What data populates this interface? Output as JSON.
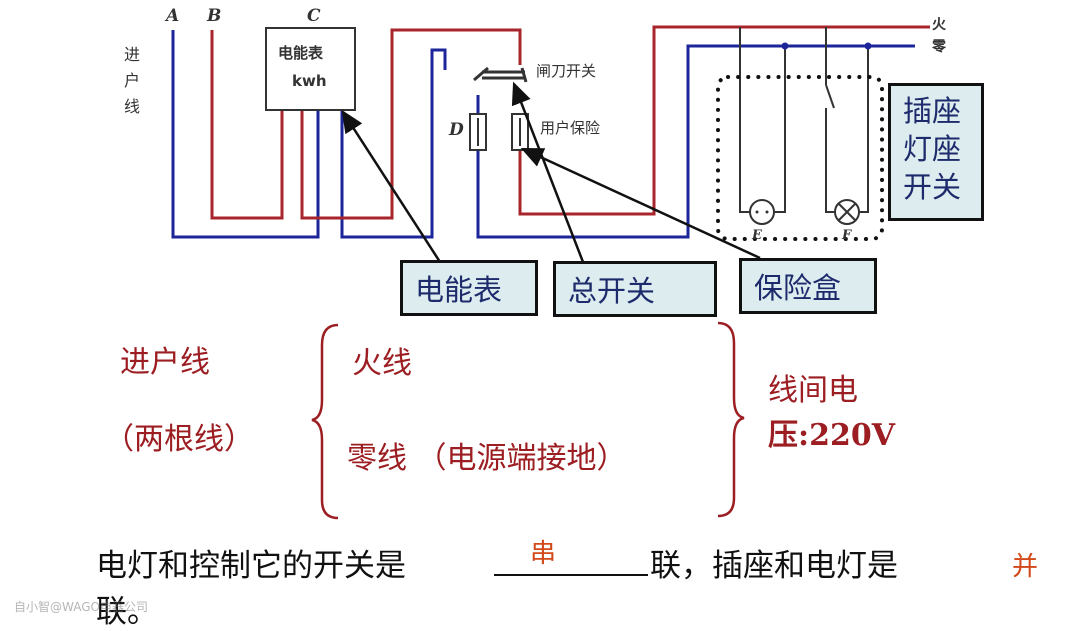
{
  "diagram": {
    "incoming_label_vertical": [
      "进",
      "户",
      "线"
    ],
    "terminal_letters": [
      "A",
      "B",
      "C",
      "D"
    ],
    "meter_box": {
      "line1": "电能表",
      "line2": "kwh"
    },
    "knife_switch_label": "闸刀开关",
    "user_fuse_label": "用户保险",
    "line_labels": {
      "live": "火",
      "neutral": "零"
    },
    "device_letters": [
      "E",
      "F"
    ],
    "colors": {
      "live_wire": "#a8252c",
      "neutral_wire": "#1c2599",
      "callout_bg": "#dcecef",
      "callout_text": "#1d2a6b"
    }
  },
  "callouts": {
    "meter": "电能表",
    "main_switch": "总开关",
    "fuse_box": "保险盒",
    "side_box_lines": [
      "插座",
      "灯座",
      "开关"
    ]
  },
  "explanation": {
    "left_line1": "进户线",
    "left_line2": "（两根线）",
    "brace_item1": "火线",
    "brace_item2": "零线 （电源端接地）",
    "right_line1": "线间电",
    "right_line2": "压:220V",
    "text_color": "#9c1e22"
  },
  "question": {
    "part1": "电灯和控制它的开关是",
    "blank1_answer": "串",
    "part2": "联，插座和电灯是",
    "blank2_answer": "并",
    "part3": "联。",
    "answer_color": "#d24a1a"
  },
  "watermark": "自小智@WAGO电器公司"
}
